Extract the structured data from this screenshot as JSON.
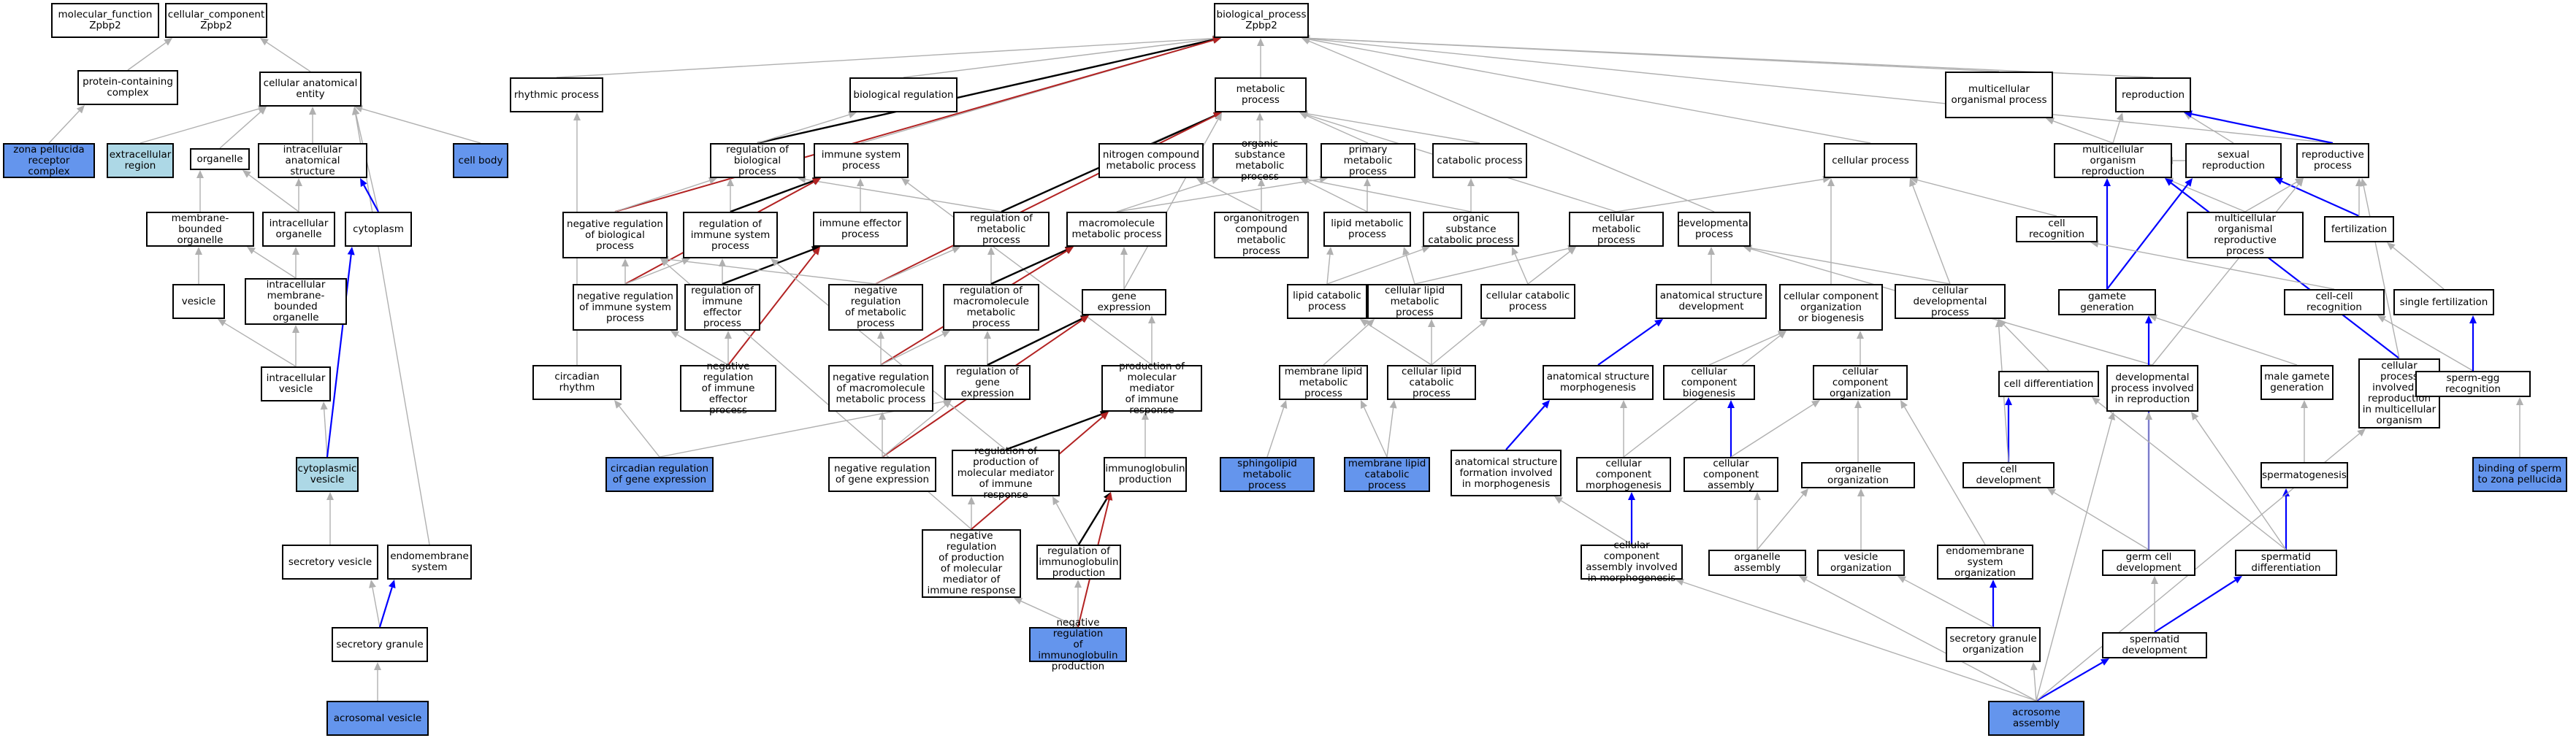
{
  "colors": {
    "highlight": "#6495ed",
    "light": "#add8e6",
    "is_a": "#b0b0b0",
    "part_of": "#0000ff",
    "regulates": "#000000",
    "neg_regulates": "#b22222"
  },
  "nodes": {
    "mf": {
      "label": "molecular_function\nZpbp2",
      "style": "plain"
    },
    "cc": {
      "label": "cellular_component\nZpbp2",
      "style": "plain"
    },
    "bp": {
      "label": "biological_process\nZpbp2",
      "style": "plain"
    },
    "pcc": {
      "label": "protein-containing\ncomplex",
      "style": "plain"
    },
    "cae": {
      "label": "cellular anatomical\nentity",
      "style": "plain"
    },
    "zprc": {
      "label": "zona pellucida\nreceptor complex",
      "style": "hl"
    },
    "ecr": {
      "label": "extracellular\nregion",
      "style": "lb"
    },
    "organelle": {
      "label": "organelle",
      "style": "plain"
    },
    "ias": {
      "label": "intracellular\nanatomical structure",
      "style": "plain"
    },
    "cellbody": {
      "label": "cell body",
      "style": "hl"
    },
    "mbo": {
      "label": "membrane-bounded\norganelle",
      "style": "plain"
    },
    "intorg": {
      "label": "intracellular\norganelle",
      "style": "plain"
    },
    "cytoplasm": {
      "label": "cytoplasm",
      "style": "plain"
    },
    "vesicle": {
      "label": "vesicle",
      "style": "plain"
    },
    "imbo": {
      "label": "intracellular\nmembrane-bounded\norganelle",
      "style": "plain"
    },
    "intves": {
      "label": "intracellular\nvesicle",
      "style": "plain"
    },
    "cytves": {
      "label": "cytoplasmic\nvesicle",
      "style": "lb"
    },
    "secves": {
      "label": "secretory vesicle",
      "style": "plain"
    },
    "endomem": {
      "label": "endomembrane\nsystem",
      "style": "plain"
    },
    "secgran": {
      "label": "secretory granule",
      "style": "plain"
    },
    "acroves": {
      "label": "acrosomal vesicle",
      "style": "hl"
    },
    "rhythm": {
      "label": "rhythmic process",
      "style": "plain"
    },
    "bioreg": {
      "label": "biological regulation",
      "style": "plain"
    },
    "metab": {
      "label": "metabolic process",
      "style": "plain"
    },
    "mop": {
      "label": "multicellular\norganismal process",
      "style": "plain"
    },
    "repro": {
      "label": "reproduction",
      "style": "plain"
    },
    "rbp": {
      "label": "regulation of\nbiological process",
      "style": "plain"
    },
    "isp": {
      "label": "immune system\nprocess",
      "style": "plain"
    },
    "ncmp": {
      "label": "nitrogen compound\nmetabolic process",
      "style": "plain"
    },
    "osmp": {
      "label": "organic substance\nmetabolic process",
      "style": "plain"
    },
    "pmp": {
      "label": "primary metabolic\nprocess",
      "style": "plain"
    },
    "catab": {
      "label": "catabolic process",
      "style": "plain"
    },
    "cellproc": {
      "label": "cellular process",
      "style": "plain"
    },
    "mor": {
      "label": "multicellular\norganism reproduction",
      "style": "plain"
    },
    "sexrep": {
      "label": "sexual reproduction",
      "style": "plain"
    },
    "repproc": {
      "label": "reproductive\nprocess",
      "style": "plain"
    },
    "nrbp": {
      "label": "negative regulation\nof biological\nprocess",
      "style": "plain"
    },
    "risp": {
      "label": "regulation of\nimmune system\nprocess",
      "style": "plain"
    },
    "iep": {
      "label": "immune effector\nprocess",
      "style": "plain"
    },
    "rmp": {
      "label": "regulation of\nmetabolic process",
      "style": "plain"
    },
    "mmp": {
      "label": "macromolecule\nmetabolic process",
      "style": "plain"
    },
    "oncmp": {
      "label": "organonitrogen\ncompound metabolic\nprocess",
      "style": "plain"
    },
    "lmp": {
      "label": "lipid metabolic\nprocess",
      "style": "plain"
    },
    "oscp": {
      "label": "organic substance\ncatabolic process",
      "style": "plain"
    },
    "cmp": {
      "label": "cellular metabolic\nprocess",
      "style": "plain"
    },
    "devproc": {
      "label": "developmental\nprocess",
      "style": "plain"
    },
    "cellrec": {
      "label": "cell recognition",
      "style": "plain"
    },
    "morp": {
      "label": "multicellular\norganismal reproductive\nprocess",
      "style": "plain"
    },
    "fert": {
      "label": "fertilization",
      "style": "plain"
    },
    "nrisp": {
      "label": "negative regulation\nof immune system\nprocess",
      "style": "plain"
    },
    "riep": {
      "label": "regulation of\nimmune effector\nprocess",
      "style": "plain"
    },
    "nrmp": {
      "label": "negative regulation\nof metabolic\nprocess",
      "style": "plain"
    },
    "rmmp": {
      "label": "regulation of\nmacromolecule\nmetabolic process",
      "style": "plain"
    },
    "geneexp": {
      "label": "gene expression",
      "style": "plain"
    },
    "lcp": {
      "label": "lipid catabolic\nprocess",
      "style": "plain"
    },
    "clmp": {
      "label": "cellular lipid\nmetabolic process",
      "style": "plain"
    },
    "ccp": {
      "label": "cellular catabolic\nprocess",
      "style": "plain"
    },
    "asd": {
      "label": "anatomical structure\ndevelopment",
      "style": "plain"
    },
    "ccob": {
      "label": "cellular component\norganization\nor biogenesis",
      "style": "plain"
    },
    "cdp": {
      "label": "cellular developmental\nprocess",
      "style": "plain"
    },
    "gamgen": {
      "label": "gamete generation",
      "style": "plain"
    },
    "ccr": {
      "label": "cell-cell recognition",
      "style": "plain"
    },
    "sfert": {
      "label": "single fertilization",
      "style": "plain"
    },
    "circ": {
      "label": "circadian rhythm",
      "style": "plain"
    },
    "nriep": {
      "label": "negative regulation\nof immune effector\nprocess",
      "style": "plain"
    },
    "nrmmp": {
      "label": "negative regulation\nof macromolecule\nmetabolic process",
      "style": "plain"
    },
    "rge": {
      "label": "regulation of\ngene expression",
      "style": "plain"
    },
    "pmmir": {
      "label": "production of\nmolecular mediator\nof immune response",
      "style": "plain"
    },
    "mlmp": {
      "label": "membrane lipid\nmetabolic process",
      "style": "plain"
    },
    "clcp": {
      "label": "cellular lipid\ncatabolic process",
      "style": "plain"
    },
    "asm": {
      "label": "anatomical structure\nmorphogenesis",
      "style": "plain"
    },
    "ccbio": {
      "label": "cellular component\nbiogenesis",
      "style": "plain"
    },
    "cco": {
      "label": "cellular component\norganization",
      "style": "plain"
    },
    "celldiff": {
      "label": "cell differentiation",
      "style": "plain"
    },
    "dpir": {
      "label": "developmental\nprocess involved\nin reproduction",
      "style": "plain"
    },
    "mgg": {
      "label": "male gamete\ngeneration",
      "style": "plain"
    },
    "cpirmo": {
      "label": "cellular process\ninvolved in\nreproduction\nin multicellular\norganism",
      "style": "plain"
    },
    "ser": {
      "label": "sperm-egg recognition",
      "style": "plain"
    },
    "crge": {
      "label": "circadian regulation\nof gene expression",
      "style": "hl"
    },
    "nrge": {
      "label": "negative regulation\nof gene expression",
      "style": "plain"
    },
    "rpmmir": {
      "label": "regulation of\nproduction of\nmolecular mediator\nof immune response",
      "style": "plain"
    },
    "igprod": {
      "label": "immunoglobulin\nproduction",
      "style": "plain"
    },
    "smp": {
      "label": "sphingolipid\nmetabolic process",
      "style": "hl"
    },
    "mlcp": {
      "label": "membrane lipid\ncatabolic process",
      "style": "hl"
    },
    "asfim": {
      "label": "anatomical structure\nformation involved\nin morphogenesis",
      "style": "plain"
    },
    "ccm": {
      "label": "cellular component\nmorphogenesis",
      "style": "plain"
    },
    "cca": {
      "label": "cellular component\nassembly",
      "style": "plain"
    },
    "orgorg": {
      "label": "organelle organization",
      "style": "plain"
    },
    "celldev": {
      "label": "cell development",
      "style": "plain"
    },
    "spermgen": {
      "label": "spermatogenesis",
      "style": "plain"
    },
    "bszp": {
      "label": "binding of sperm\nto zona pellucida",
      "style": "hl"
    },
    "nrpmmir": {
      "label": "negative regulation\nof production\nof molecular\nmediator of\nimmune response",
      "style": "plain"
    },
    "rigprod": {
      "label": "regulation of\nimmunoglobulin\nproduction",
      "style": "plain"
    },
    "ccaim": {
      "label": "cellular component\nassembly involved\nin morphogenesis",
      "style": "plain"
    },
    "orgasm": {
      "label": "organelle assembly",
      "style": "plain"
    },
    "vesorg": {
      "label": "vesicle organization",
      "style": "plain"
    },
    "emsorg": {
      "label": "endomembrane\nsystem organization",
      "style": "plain"
    },
    "gcd": {
      "label": "germ cell development",
      "style": "plain"
    },
    "spdiff": {
      "label": "spermatid differentiation",
      "style": "plain"
    },
    "nrigp": {
      "label": "negative regulation\nof immunoglobulin\nproduction",
      "style": "hl"
    },
    "sgo": {
      "label": "secretory granule\norganization",
      "style": "plain"
    },
    "spdev": {
      "label": "spermatid development",
      "style": "plain"
    },
    "acroasm": {
      "label": "acrosome assembly",
      "style": "hl"
    }
  },
  "edges": [
    [
      "pcc",
      "cc",
      "is_a"
    ],
    [
      "cae",
      "cc",
      "is_a"
    ],
    [
      "zprc",
      "pcc",
      "is_a"
    ],
    [
      "ecr",
      "cae",
      "is_a"
    ],
    [
      "organelle",
      "cae",
      "is_a"
    ],
    [
      "ias",
      "cae",
      "is_a"
    ],
    [
      "cellbody",
      "cae",
      "is_a"
    ],
    [
      "cytoplasm",
      "cae",
      "is_a"
    ],
    [
      "endomem",
      "cae",
      "is_a"
    ],
    [
      "mbo",
      "organelle",
      "is_a"
    ],
    [
      "intorg",
      "organelle",
      "is_a"
    ],
    [
      "intorg",
      "ias",
      "is_a"
    ],
    [
      "cytoplasm",
      "ias",
      "part_of"
    ],
    [
      "vesicle",
      "mbo",
      "is_a"
    ],
    [
      "imbo",
      "mbo",
      "is_a"
    ],
    [
      "imbo",
      "intorg",
      "is_a"
    ],
    [
      "intves",
      "vesicle",
      "is_a"
    ],
    [
      "intves",
      "imbo",
      "is_a"
    ],
    [
      "cytves",
      "intves",
      "is_a"
    ],
    [
      "cytves",
      "cytoplasm",
      "part_of"
    ],
    [
      "secves",
      "cytves",
      "is_a"
    ],
    [
      "secgran",
      "secves",
      "is_a"
    ],
    [
      "secgran",
      "endomem",
      "part_of"
    ],
    [
      "acroves",
      "secgran",
      "is_a"
    ],
    [
      "rhythm",
      "bp",
      "is_a"
    ],
    [
      "bioreg",
      "bp",
      "is_a"
    ],
    [
      "metab",
      "bp",
      "is_a"
    ],
    [
      "mop",
      "bp",
      "is_a"
    ],
    [
      "repro",
      "bp",
      "is_a"
    ],
    [
      "cellproc",
      "bp",
      "is_a"
    ],
    [
      "devproc",
      "bp",
      "is_a"
    ],
    [
      "repproc",
      "bp",
      "is_a"
    ],
    [
      "isp",
      "bp",
      "is_a"
    ],
    [
      "rbp",
      "bp",
      "regulates"
    ],
    [
      "nrbp",
      "bp",
      "neg_regulates"
    ],
    [
      "rbp",
      "bioreg",
      "is_a"
    ],
    [
      "ncmp",
      "metab",
      "is_a"
    ],
    [
      "osmp",
      "metab",
      "is_a"
    ],
    [
      "pmp",
      "metab",
      "is_a"
    ],
    [
      "catab",
      "metab",
      "is_a"
    ],
    [
      "cmp",
      "metab",
      "is_a"
    ],
    [
      "rmp",
      "metab",
      "regulates"
    ],
    [
      "nrmp",
      "metab",
      "neg_regulates"
    ],
    [
      "mor",
      "mop",
      "is_a"
    ],
    [
      "mor",
      "repro",
      "is_a"
    ],
    [
      "sexrep",
      "repro",
      "is_a"
    ],
    [
      "repproc",
      "repro",
      "part_of"
    ],
    [
      "nrbp",
      "rbp",
      "is_a"
    ],
    [
      "risp",
      "rbp",
      "is_a"
    ],
    [
      "rmp",
      "rbp",
      "is_a"
    ],
    [
      "risp",
      "isp",
      "regulates"
    ],
    [
      "nrisp",
      "isp",
      "neg_regulates"
    ],
    [
      "iep",
      "isp",
      "is_a"
    ],
    [
      "pmmir",
      "isp",
      "is_a"
    ],
    [
      "mmp",
      "pmp",
      "is_a"
    ],
    [
      "mmp",
      "osmp",
      "is_a"
    ],
    [
      "oncmp",
      "ncmp",
      "is_a"
    ],
    [
      "oncmp",
      "osmp",
      "is_a"
    ],
    [
      "lmp",
      "osmp",
      "is_a"
    ],
    [
      "lmp",
      "pmp",
      "is_a"
    ],
    [
      "oscp",
      "catab",
      "is_a"
    ],
    [
      "oscp",
      "osmp",
      "is_a"
    ],
    [
      "cmp",
      "cellproc",
      "is_a"
    ],
    [
      "ccob",
      "cellproc",
      "is_a"
    ],
    [
      "cellrec",
      "cellproc",
      "is_a"
    ],
    [
      "cdp",
      "cellproc",
      "is_a"
    ],
    [
      "sexrep",
      "mor",
      "is_a"
    ],
    [
      "morp",
      "mor",
      "is_a"
    ],
    [
      "fert",
      "sexrep",
      "part_of"
    ],
    [
      "fert",
      "repproc",
      "is_a"
    ],
    [
      "morp",
      "repproc",
      "is_a"
    ],
    [
      "gamgen",
      "sexrep",
      "part_of"
    ],
    [
      "gamgen",
      "mor",
      "part_of"
    ],
    [
      "cpirmo",
      "mor",
      "part_of"
    ],
    [
      "nrisp",
      "risp",
      "is_a"
    ],
    [
      "nrisp",
      "nrbp",
      "is_a"
    ],
    [
      "riep",
      "risp",
      "is_a"
    ],
    [
      "riep",
      "iep",
      "regulates"
    ],
    [
      "nriep",
      "iep",
      "neg_regulates"
    ],
    [
      "nrmp",
      "rmp",
      "is_a"
    ],
    [
      "nrmp",
      "nrbp",
      "is_a"
    ],
    [
      "rmmp",
      "rmp",
      "is_a"
    ],
    [
      "rmmp",
      "mmp",
      "regulates"
    ],
    [
      "nrmmp",
      "mmp",
      "neg_regulates"
    ],
    [
      "geneexp",
      "mmp",
      "is_a"
    ],
    [
      "geneexp",
      "metab",
      "is_a"
    ],
    [
      "lcp",
      "lmp",
      "is_a"
    ],
    [
      "clmp",
      "lmp",
      "is_a"
    ],
    [
      "clmp",
      "cmp",
      "is_a"
    ],
    [
      "ccp",
      "cmp",
      "is_a"
    ],
    [
      "ccp",
      "oscp",
      "is_a"
    ],
    [
      "lcp",
      "oscp",
      "is_a"
    ],
    [
      "asd",
      "devproc",
      "is_a"
    ],
    [
      "cdp",
      "devproc",
      "is_a"
    ],
    [
      "dpir",
      "devproc",
      "is_a"
    ],
    [
      "ccr",
      "cellrec",
      "is_a"
    ],
    [
      "sfert",
      "fert",
      "is_a"
    ],
    [
      "circ",
      "rhythm",
      "is_a"
    ],
    [
      "nriep",
      "riep",
      "is_a"
    ],
    [
      "nriep",
      "nrisp",
      "is_a"
    ],
    [
      "nrmmp",
      "rmmp",
      "is_a"
    ],
    [
      "nrmmp",
      "nrmp",
      "is_a"
    ],
    [
      "rge",
      "rmmp",
      "is_a"
    ],
    [
      "rge",
      "geneexp",
      "regulates"
    ],
    [
      "nrge",
      "geneexp",
      "neg_regulates"
    ],
    [
      "pmmir",
      "geneexp",
      "is_a"
    ],
    [
      "mlmp",
      "clmp",
      "is_a"
    ],
    [
      "clcp",
      "clmp",
      "is_a"
    ],
    [
      "clcp",
      "ccp",
      "is_a"
    ],
    [
      "clcp",
      "lcp",
      "is_a"
    ],
    [
      "asm",
      "asd",
      "part_of"
    ],
    [
      "ccbio",
      "ccob",
      "is_a"
    ],
    [
      "cco",
      "ccob",
      "is_a"
    ],
    [
      "celldiff",
      "cdp",
      "is_a"
    ],
    [
      "dpir",
      "repproc",
      "is_a"
    ],
    [
      "mgg",
      "gamgen",
      "is_a"
    ],
    [
      "cpirmo",
      "repproc",
      "is_a"
    ],
    [
      "ser",
      "ccr",
      "is_a"
    ],
    [
      "ser",
      "sfert",
      "part_of"
    ],
    [
      "crge",
      "rge",
      "is_a"
    ],
    [
      "crge",
      "circ",
      "is_a"
    ],
    [
      "nrge",
      "rge",
      "is_a"
    ],
    [
      "nrge",
      "nrmmp",
      "is_a"
    ],
    [
      "rpmmir",
      "pmmir",
      "regulates"
    ],
    [
      "rpmmir",
      "risp",
      "is_a"
    ],
    [
      "igprod",
      "pmmir",
      "is_a"
    ],
    [
      "smp",
      "mlmp",
      "is_a"
    ],
    [
      "mlcp",
      "mlmp",
      "is_a"
    ],
    [
      "mlcp",
      "clcp",
      "is_a"
    ],
    [
      "asfim",
      "asm",
      "part_of"
    ],
    [
      "ccm",
      "asm",
      "is_a"
    ],
    [
      "ccm",
      "ccob",
      "is_a"
    ],
    [
      "cca",
      "ccbio",
      "part_of"
    ],
    [
      "cca",
      "cco",
      "is_a"
    ],
    [
      "orgorg",
      "cco",
      "is_a"
    ],
    [
      "celldev",
      "celldiff",
      "part_of"
    ],
    [
      "celldev",
      "cdp",
      "is_a"
    ],
    [
      "spermgen",
      "mgg",
      "is_a"
    ],
    [
      "bszp",
      "ser",
      "is_a"
    ],
    [
      "nrpmmir",
      "rpmmir",
      "is_a"
    ],
    [
      "nrpmmir",
      "nrbp",
      "is_a"
    ],
    [
      "nrpmmir",
      "pmmir",
      "neg_regulates"
    ],
    [
      "rigprod",
      "rpmmir",
      "is_a"
    ],
    [
      "rigprod",
      "igprod",
      "regulates"
    ],
    [
      "ccaim",
      "ccm",
      "part_of"
    ],
    [
      "ccaim",
      "asfim",
      "is_a"
    ],
    [
      "orgasm",
      "orgorg",
      "is_a"
    ],
    [
      "orgasm",
      "cca",
      "is_a"
    ],
    [
      "vesorg",
      "orgorg",
      "is_a"
    ],
    [
      "emsorg",
      "cco",
      "is_a"
    ],
    [
      "gcd",
      "celldev",
      "is_a"
    ],
    [
      "gcd",
      "gamgen",
      "part_of"
    ],
    [
      "gcd",
      "dpir",
      "is_a"
    ],
    [
      "spdiff",
      "celldiff",
      "is_a"
    ],
    [
      "spdiff",
      "spermgen",
      "part_of"
    ],
    [
      "spdiff",
      "dpir",
      "is_a"
    ],
    [
      "nrigp",
      "rigprod",
      "is_a"
    ],
    [
      "nrigp",
      "nrpmmir",
      "is_a"
    ],
    [
      "nrigp",
      "igprod",
      "neg_regulates"
    ],
    [
      "sgo",
      "emsorg",
      "part_of"
    ],
    [
      "sgo",
      "vesorg",
      "is_a"
    ],
    [
      "spdev",
      "gcd",
      "is_a"
    ],
    [
      "spdev",
      "spdiff",
      "part_of"
    ],
    [
      "acroasm",
      "spdev",
      "part_of"
    ],
    [
      "acroasm",
      "sgo",
      "is_a"
    ],
    [
      "acroasm",
      "orgasm",
      "is_a"
    ],
    [
      "acroasm",
      "ccaim",
      "is_a"
    ],
    [
      "acroasm",
      "cpirmo",
      "is_a"
    ],
    [
      "acroasm",
      "dpir",
      "is_a"
    ]
  ]
}
